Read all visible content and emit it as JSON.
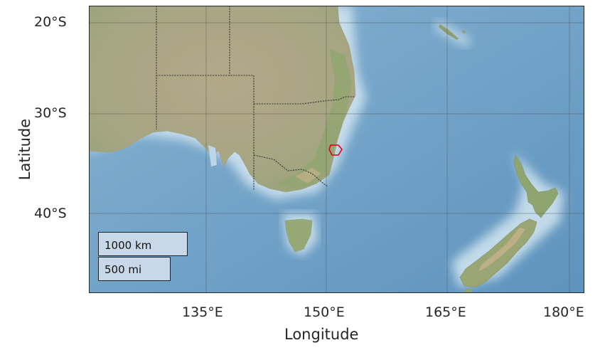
{
  "map": {
    "xlabel": "Longitude",
    "ylabel": "Latitude",
    "x_ticks": [
      "135°E",
      "150°E",
      "165°E",
      "180°E"
    ],
    "y_ticks": [
      "20°S",
      "30°S",
      "40°S"
    ],
    "scalebar": {
      "km_label": "1000 km",
      "mi_label": "500 mi"
    },
    "colors": {
      "ocean": "#6a9ec5",
      "shallow_ocean": "#c9e1ef",
      "land": "#a8a582",
      "forest": "#8ea471",
      "border": "#3a3a3a",
      "highlight": "#e0001a"
    }
  }
}
